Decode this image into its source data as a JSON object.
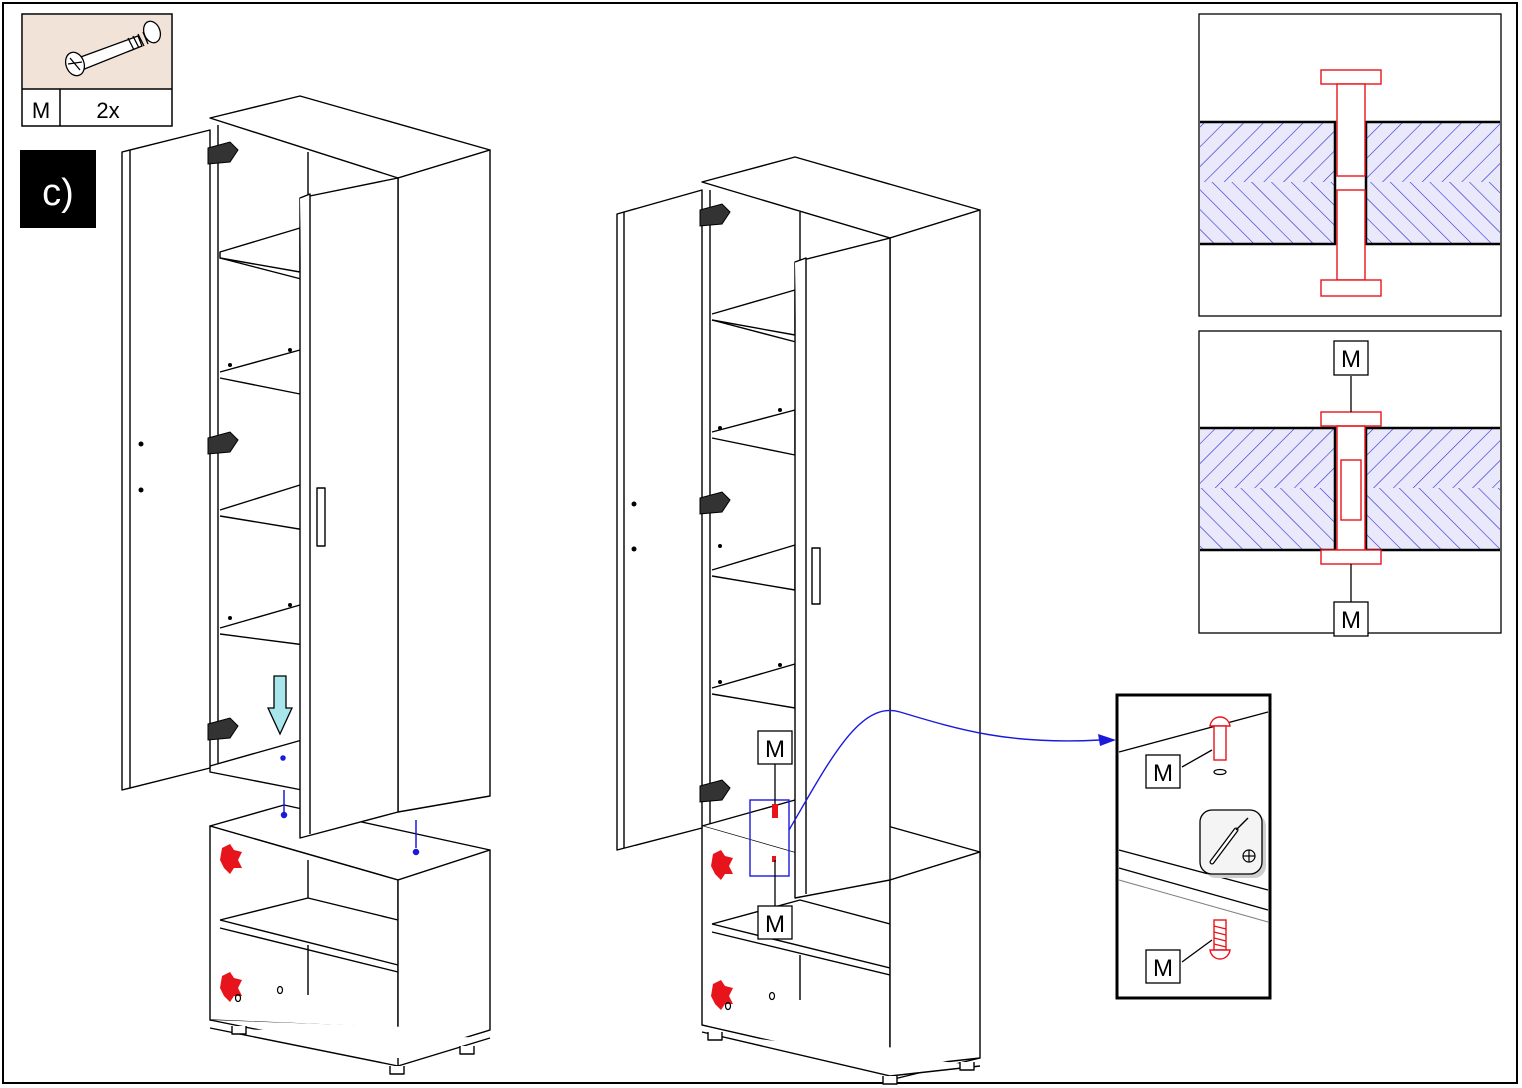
{
  "step": {
    "label": "c)"
  },
  "parts": [
    {
      "code": "M",
      "quantity": "2x",
      "icon": "screw-connector-icon"
    }
  ],
  "callouts": {
    "part_label": "M"
  },
  "icons": {
    "screwdriver": "phillips-screwdriver-icon",
    "down_arrow": "insert-down-arrow-icon"
  },
  "colors": {
    "highlight": "#e8141b",
    "guide": "#1a1adb",
    "hatch": "#2b2bd6",
    "arrow_fill": "#a8e6ec",
    "part_bg": "#f2e3d8"
  }
}
